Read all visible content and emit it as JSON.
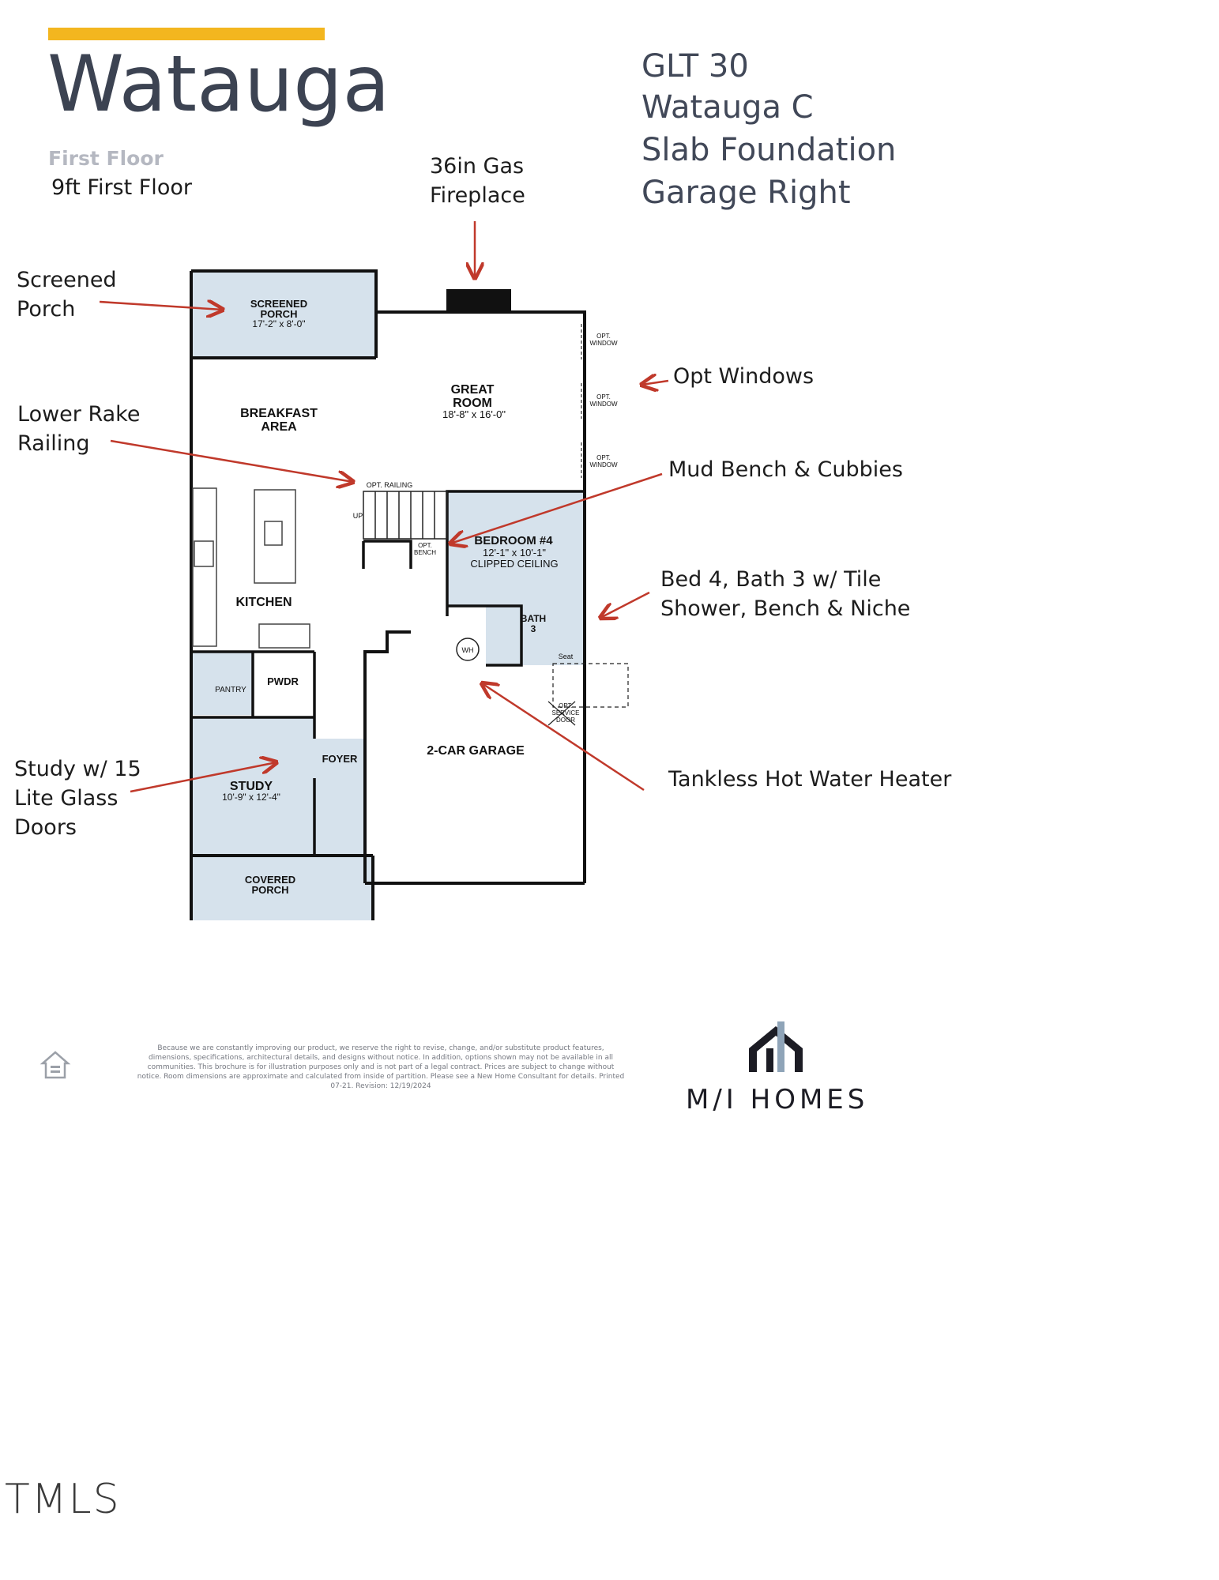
{
  "header": {
    "title": "Watauga",
    "floor_label": "First Floor",
    "ceiling_label": "9ft First Floor"
  },
  "info_block": {
    "lines": [
      "GLT 30",
      "Watauga C",
      "Slab Foundation",
      "Garage Right"
    ]
  },
  "callouts": {
    "fireplace": [
      "36in Gas",
      "Fireplace"
    ],
    "screened_porch": [
      "Screened",
      "Porch"
    ],
    "opt_windows": "Opt Windows",
    "lower_rake": [
      "Lower Rake",
      "Railing"
    ],
    "mud_bench": "Mud Bench & Cubbies",
    "bed4": [
      "Bed 4, Bath 3 w/ Tile",
      "Shower, Bench & Niche"
    ],
    "study": [
      "Study w/ 15",
      "Lite Glass",
      "Doors"
    ],
    "water_heater": "Tankless Hot Water Heater"
  },
  "rooms": {
    "screened_porch": {
      "name": [
        "SCREENED",
        "PORCH"
      ],
      "dims": "17'-2\" x 8'-0\""
    },
    "great_room": {
      "name": [
        "GREAT",
        "ROOM"
      ],
      "dims": "18'-8\" x 16'-0\""
    },
    "breakfast": {
      "name": [
        "BREAKFAST",
        "AREA"
      ]
    },
    "bedroom4": {
      "name": "BEDROOM #4",
      "dims": "12'-1\" x 10'-1\"",
      "note": "CLIPPED CEILING"
    },
    "kitchen": "KITCHEN",
    "bath3": [
      "BATH",
      "3"
    ],
    "pantry": "PANTRY",
    "pwdr": "PWDR",
    "foyer": "FOYER",
    "garage": "2-CAR GARAGE",
    "study": {
      "name": "STUDY",
      "dims": "10'-9\" x 12'-4\""
    },
    "covered_porch": [
      "COVERED",
      "PORCH"
    ]
  },
  "small_labels": {
    "opt_window": [
      "OPT.",
      "WINDOW"
    ],
    "opt_railing": "OPT. RAILING",
    "up": "UP",
    "opt_bench": [
      "OPT.",
      "BENCH"
    ],
    "wh": "WH",
    "seat": "Seat",
    "opt_service_door": [
      "OPT.",
      "SERVICE",
      "DOOR"
    ]
  },
  "footer": {
    "disclaimer": "Because we are constantly improving our product, we reserve the right to revise, change, and/or substitute product features, dimensions, specifications, architectural details, and designs without notice. In addition, options shown may not be available in all communities. This brochure is for illustration purposes only and is not part of a legal contract. Prices are subject to change without notice. Room dimensions are approximate and calculated from inside of partition. Please see a New Home Consultant for details. Printed 07-21. Revision: 12/19/2024",
    "brand": "M/I HOMES",
    "watermark": "TMLS"
  },
  "colors": {
    "accent": "#f3b61f",
    "heading": "#3c4352",
    "room_fill": "#d6e2ec",
    "arrow": "#c0392b",
    "wall": "#111111"
  }
}
